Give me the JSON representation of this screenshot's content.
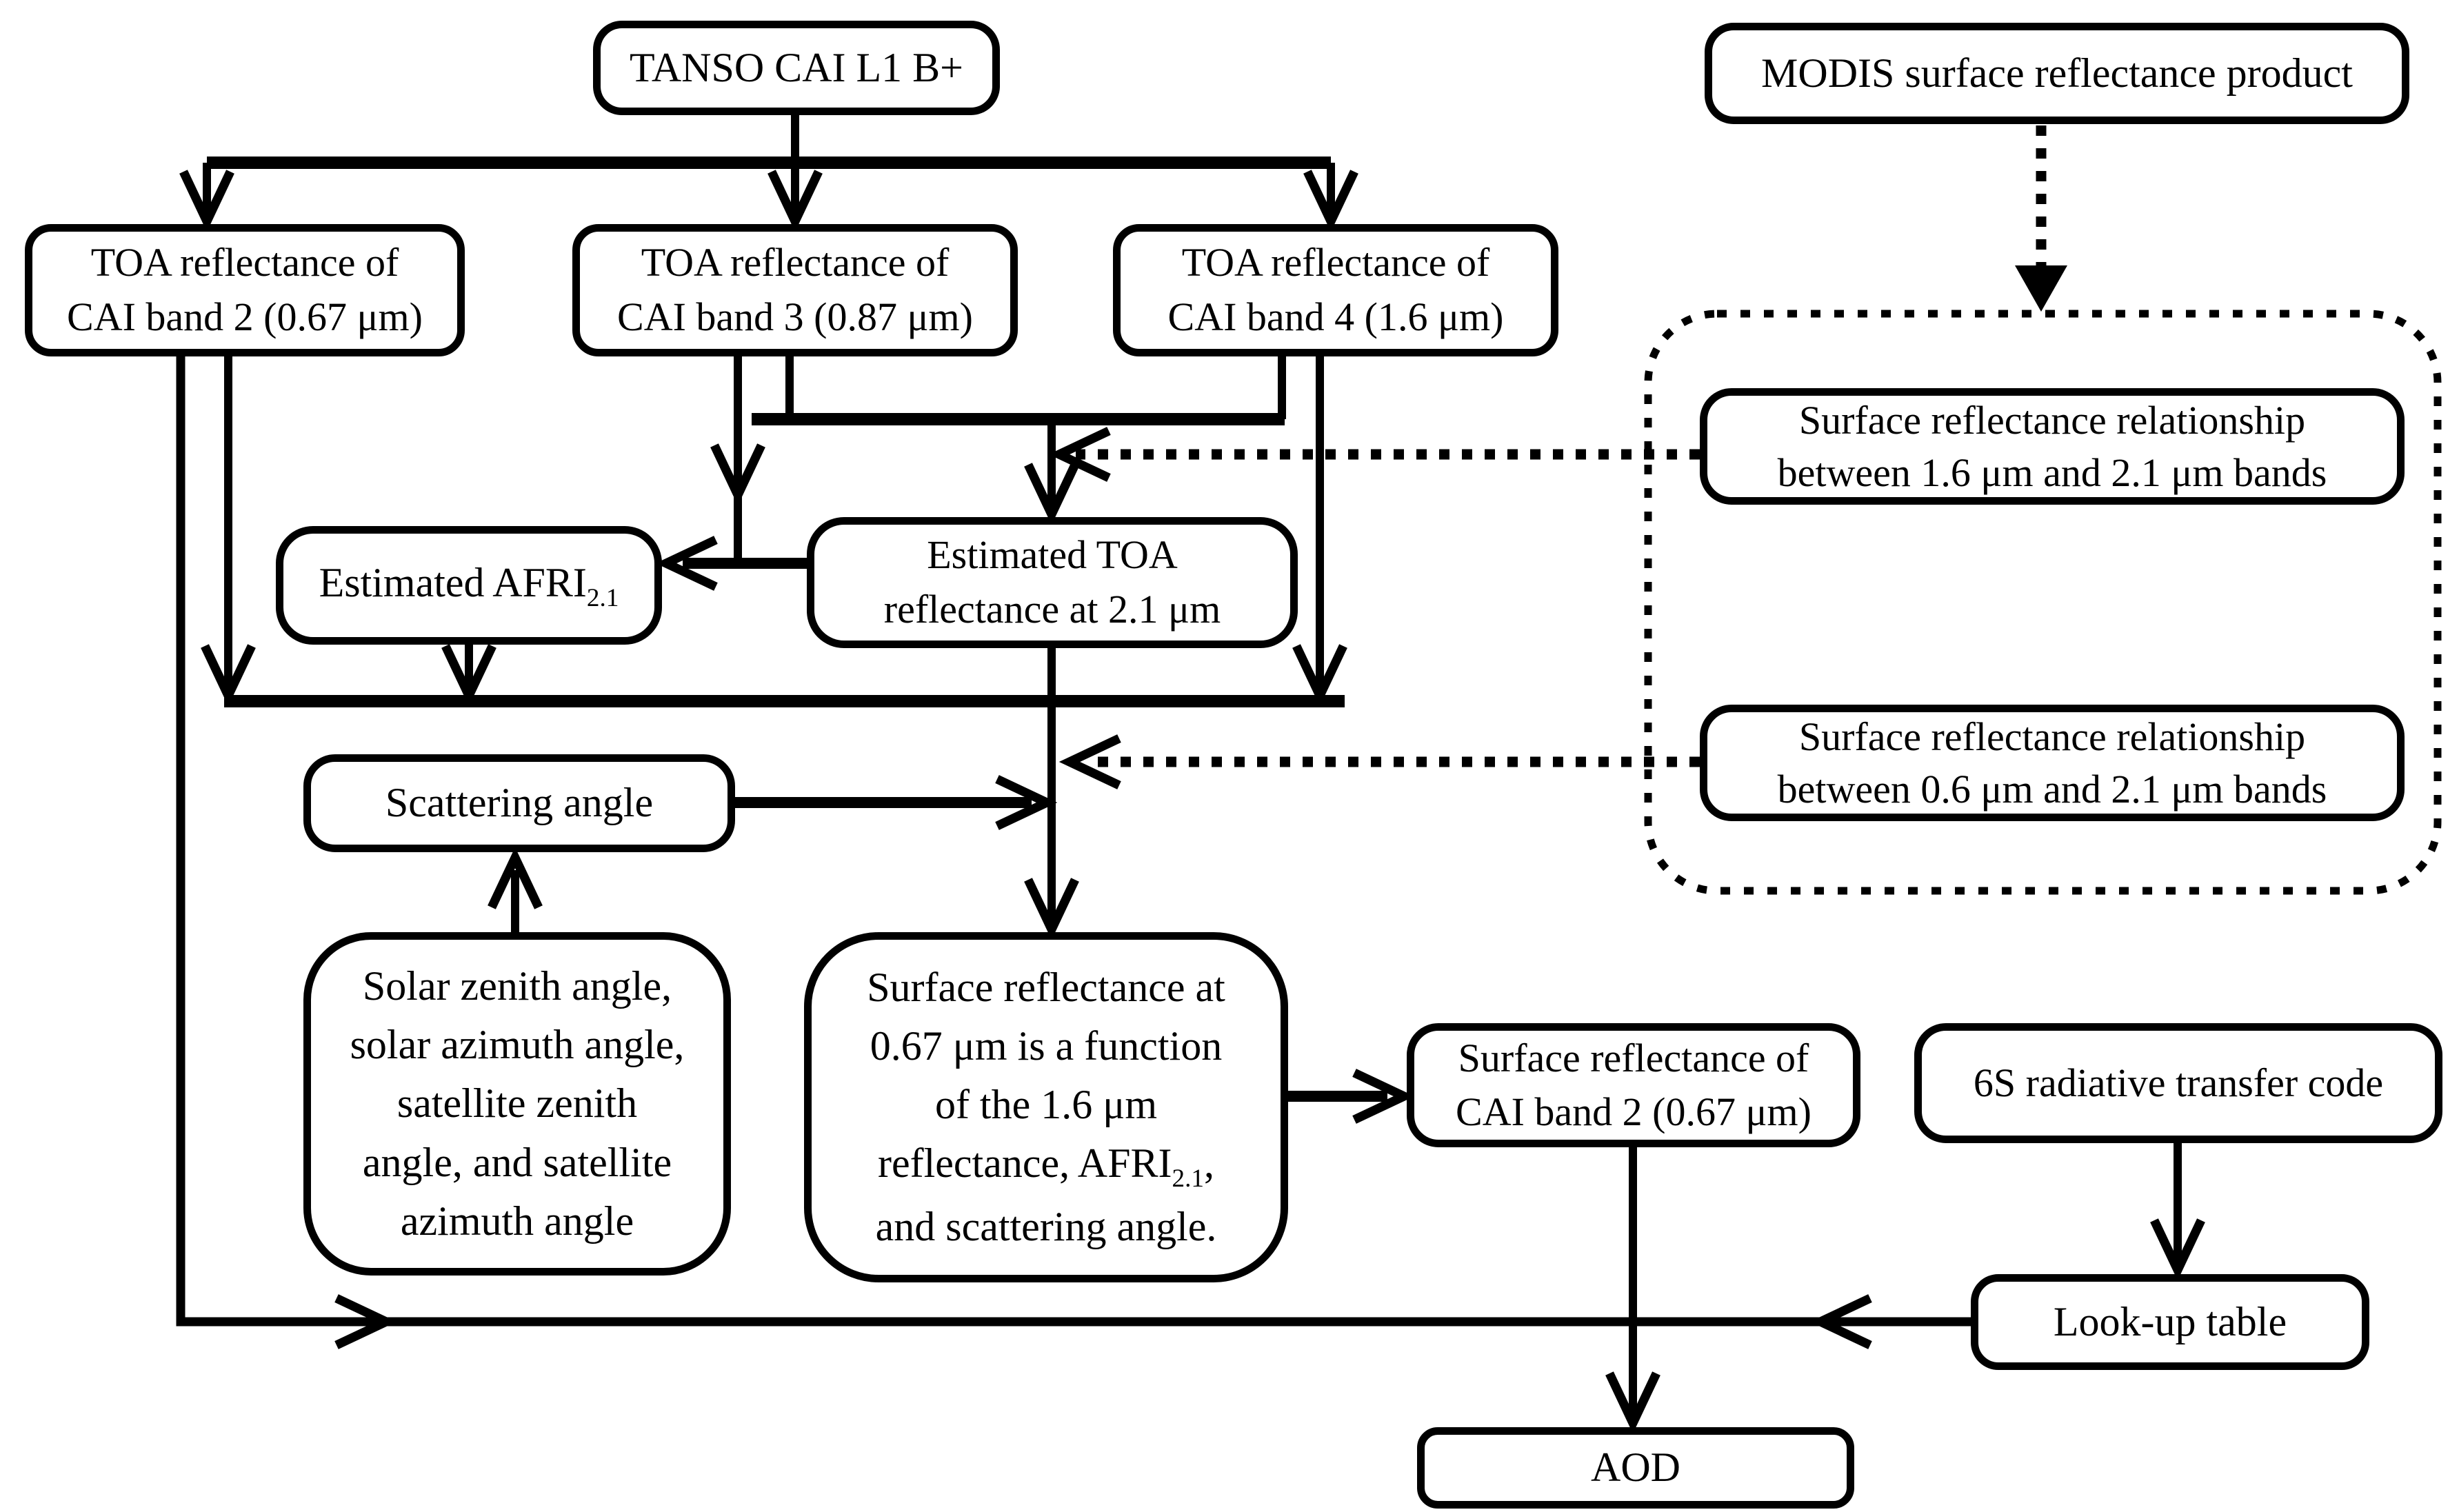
{
  "diagram": {
    "background_color": "#ffffff",
    "line_color": "#000000",
    "boxes": {
      "tanso": {
        "label": "TANSO CAI L1 B+"
      },
      "modis": {
        "label": "MODIS surface reflectance product"
      },
      "toa_band2": {
        "line1": "TOA reflectance of",
        "line2": "CAI band 2 (0.67 μm)"
      },
      "toa_band3": {
        "line1": "TOA reflectance of",
        "line2": "CAI band 3 (0.87 μm)"
      },
      "toa_band4": {
        "line1": "TOA reflectance of",
        "line2": "CAI band 4 (1.6 μm)"
      },
      "estimated_afri": {
        "label": "Estimated AFRI",
        "subscript": "2.1"
      },
      "estimated_toa": {
        "line1": "Estimated TOA",
        "line2": "reflectance at 2.1 μm"
      },
      "rel_16_21": {
        "line1": "Surface reflectance relationship",
        "line2": "between 1.6 μm and 2.1 μm bands"
      },
      "rel_06_21": {
        "line1": "Surface reflectance relationship",
        "line2": "between 0.6 μm and 2.1 μm bands"
      },
      "scattering_angle": {
        "label": "Scattering angle"
      },
      "angles": {
        "line1": "Solar zenith angle,",
        "line2": "solar azimuth angle,",
        "line3": "satellite zenith",
        "line4": "angle, and satellite",
        "line5": "azimuth angle"
      },
      "surface_reflectance_function": {
        "line1": "Surface reflectance at",
        "line2": "0.67 μm is a function",
        "line3": "of the 1.6 μm",
        "line4_pre": "reflectance, AFRI",
        "line4_sub": "2.1",
        "line4_post": ",",
        "line5": "and scattering angle."
      },
      "surface_reflectance_band2": {
        "line1": "Surface reflectance of",
        "line2": "CAI band 2 (0.67 μm)"
      },
      "sixs": {
        "label": "6S radiative transfer code"
      },
      "lookup_table": {
        "label": "Look-up table"
      },
      "aod": {
        "label": "AOD"
      }
    }
  }
}
